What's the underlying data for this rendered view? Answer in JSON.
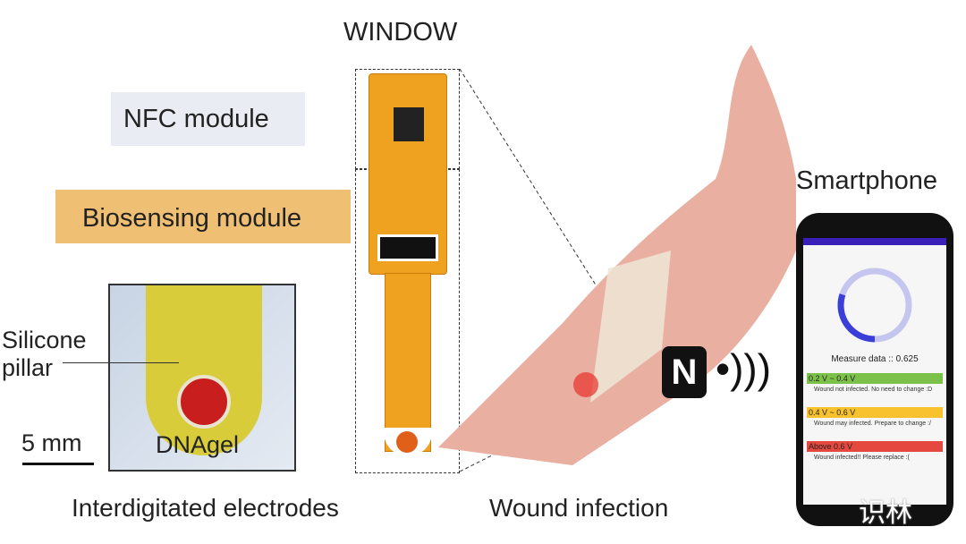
{
  "labels": {
    "window": "WINDOW",
    "nfc_module": "NFC module",
    "biosensing_module": "Biosensing module",
    "silicone_pillar_line1": "Silicone",
    "silicone_pillar_line2": "pillar",
    "scale_bar": "5 mm",
    "dnagel": "DNAgel",
    "interdigitated": "Interdigitated electrodes",
    "wound_infection": "Wound infection",
    "smartphone": "Smartphone"
  },
  "phone": {
    "measure": "Measure data :: 0.625",
    "progress_fraction": 0.3,
    "levels": [
      {
        "range": "0.2 V ~ 0.4 V",
        "message": "Wound not infected. No need to change :D",
        "color": "#7cc24a"
      },
      {
        "range": "0.4 V ~ 0.6 V",
        "message": "Wound may infected. Prepare to change :/",
        "color": "#f8c22e"
      },
      {
        "range": "Above 0.6 V",
        "message": "Wound infected!! Please replace :(",
        "color": "#e5483e"
      }
    ]
  },
  "watermark": "识林",
  "colors": {
    "pcb": "#efa21f",
    "status_bar": "#3a1fb8",
    "ring_fg": "#3b3fd8",
    "ring_bg": "#c4c6f0"
  }
}
